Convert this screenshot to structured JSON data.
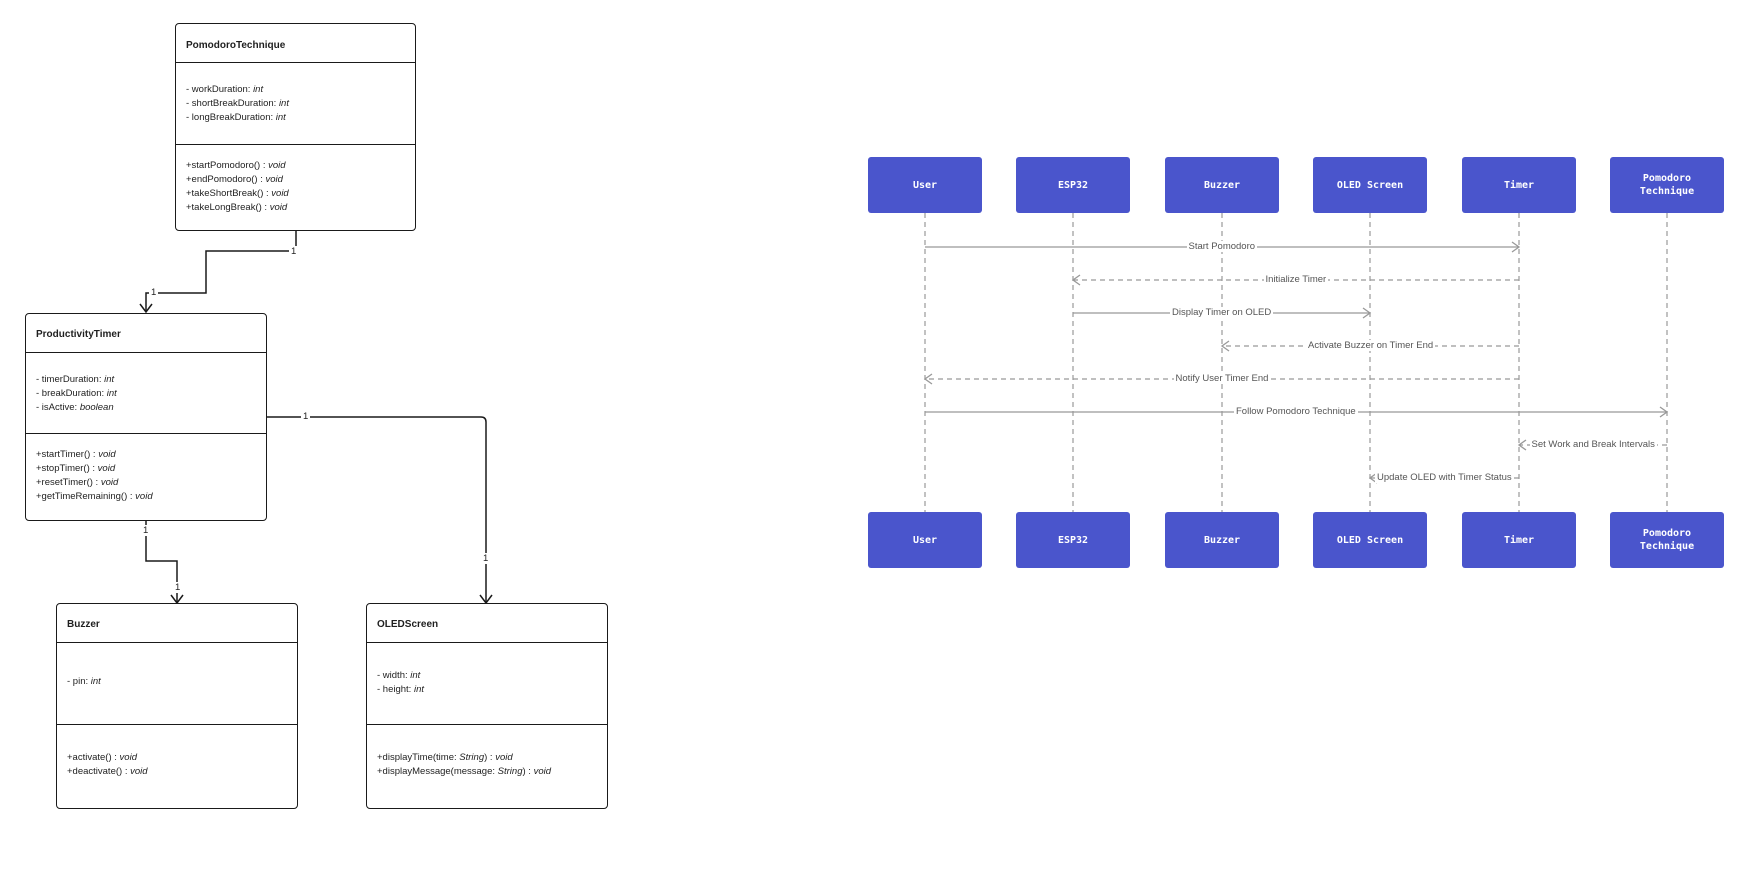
{
  "classes": {
    "pomodoro": {
      "name": "PomodoroTechnique",
      "attributes": [
        {
          "name": "- workDuration: ",
          "type": "int"
        },
        {
          "name": "- shortBreakDuration: ",
          "type": "int"
        },
        {
          "name": "- longBreakDuration: ",
          "type": "int"
        }
      ],
      "methods": [
        {
          "name": "+startPomodoro() : ",
          "type": "void"
        },
        {
          "name": "+endPomodoro() : ",
          "type": "void"
        },
        {
          "name": "+takeShortBreak() : ",
          "type": "void"
        },
        {
          "name": "+takeLongBreak() : ",
          "type": "void"
        }
      ]
    },
    "timer": {
      "name": "ProductivityTimer",
      "attributes": [
        {
          "name": "- timerDuration: ",
          "type": "int"
        },
        {
          "name": "- breakDuration: ",
          "type": "int"
        },
        {
          "name": "- isActive: ",
          "type": "boolean"
        }
      ],
      "methods": [
        {
          "name": "+startTimer() : ",
          "type": "void"
        },
        {
          "name": "+stopTimer() : ",
          "type": "void"
        },
        {
          "name": "+resetTimer() : ",
          "type": "void"
        },
        {
          "name": "+getTimeRemaining() : ",
          "type": "void"
        }
      ]
    },
    "buzzer": {
      "name": "Buzzer",
      "attributes": [
        {
          "name": "- pin: ",
          "type": "int"
        }
      ],
      "methods": [
        {
          "name": "+activate() : ",
          "type": "void"
        },
        {
          "name": "+deactivate() : ",
          "type": "void"
        }
      ]
    },
    "oled": {
      "name": "OLEDScreen",
      "attributes": [
        {
          "name": "- width: ",
          "type": "int"
        },
        {
          "name": "- height: ",
          "type": "int"
        }
      ],
      "methods": [
        {
          "name": "+displayTime(time: ",
          "type": "String",
          "suffix": ") : ",
          "type2": "void"
        },
        {
          "name": "+displayMessage(message: ",
          "type": "String",
          "suffix": ") : ",
          "type2": "void"
        }
      ]
    }
  },
  "multiplicities": {
    "pomodoro_timer_top": "1",
    "pomodoro_timer_bottom": "1",
    "timer_buzzer_top": "1",
    "timer_buzzer_bottom": "1",
    "timer_oled_start": "1",
    "timer_oled_end": "1"
  },
  "sequence": {
    "participants": [
      "User",
      "ESP32",
      "Buzzer",
      "OLED Screen",
      "Timer",
      "Pomodoro Technique"
    ],
    "messages": [
      {
        "from": 0,
        "to": 4,
        "label": "Start Pomodoro",
        "dashed": false
      },
      {
        "from": 4,
        "to": 1,
        "label": "Initialize Timer",
        "dashed": true
      },
      {
        "from": 1,
        "to": 3,
        "label": "Display Timer on OLED",
        "dashed": false
      },
      {
        "from": 4,
        "to": 2,
        "label": "Activate Buzzer on Timer End",
        "dashed": true
      },
      {
        "from": 4,
        "to": 0,
        "label": "Notify User Timer End",
        "dashed": true
      },
      {
        "from": 0,
        "to": 5,
        "label": "Follow Pomodoro Technique",
        "dashed": false
      },
      {
        "from": 5,
        "to": 4,
        "label": "Set Work and Break Intervals",
        "dashed": true
      },
      {
        "from": 4,
        "to": 3,
        "label": "Update OLED with Timer Status",
        "dashed": true
      }
    ]
  },
  "colors": {
    "participant_fill": "#4a55cc",
    "message_line": "#999999",
    "uml_stroke": "#1a1a1a"
  }
}
